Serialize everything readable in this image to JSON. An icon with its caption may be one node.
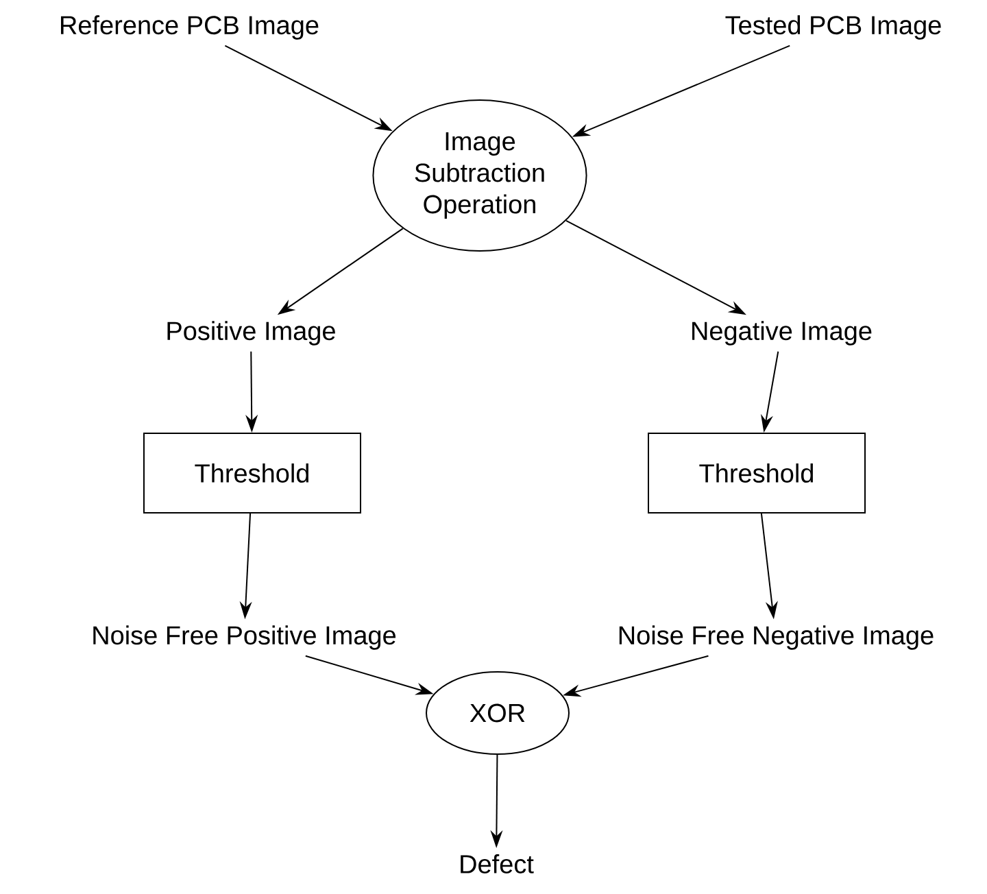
{
  "diagram": {
    "nodes": [
      {
        "text": [
          "Reference PCB Image"
        ]
      },
      {
        "text": [
          "Tested PCB Image"
        ]
      },
      {
        "text": [
          "Image Subtraction Operation"
        ]
      },
      {
        "text": [
          "Positive Image"
        ]
      },
      {
        "text": [
          "Negative Image"
        ]
      },
      {
        "text": [
          "Threshold"
        ]
      },
      {
        "text": [
          "Threshold"
        ]
      },
      {
        "text": [
          "Noise Free Positive Image"
        ]
      },
      {
        "text": [
          "Noise Free Negative Image"
        ]
      },
      {
        "text": [
          "XOR"
        ]
      },
      {
        "text": [
          "Defect"
        ]
      }
    ],
    "edges": [
      {
        "from": 0,
        "to": 2,
        "arrow": "to"
      },
      {
        "from": 1,
        "to": 2,
        "arrow": "to"
      },
      {
        "from": 2,
        "to": 3,
        "arrow": "to"
      },
      {
        "from": 2,
        "to": 4,
        "arrow": "to"
      },
      {
        "from": 3,
        "to": 5,
        "arrow": "to"
      },
      {
        "from": 4,
        "to": 6,
        "arrow": "to"
      },
      {
        "from": 5,
        "to": 7,
        "arrow": "to"
      },
      {
        "from": 6,
        "to": 8,
        "arrow": "to"
      },
      {
        "from": 7,
        "to": 9,
        "arrow": "to"
      },
      {
        "from": 8,
        "to": 9,
        "arrow": "to"
      },
      {
        "from": 9,
        "to": 10,
        "arrow": "to"
      }
    ]
  }
}
